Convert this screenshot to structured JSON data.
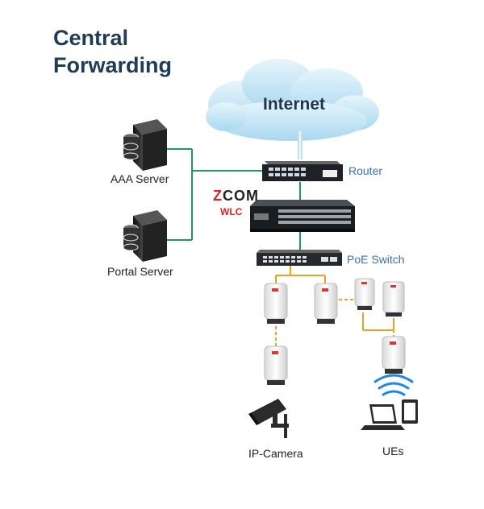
{
  "title": {
    "line1": "Central",
    "line2": "Forwarding"
  },
  "cloud": {
    "label": "Internet"
  },
  "devices": {
    "aaa_server": "AAA Server",
    "portal_server": "Portal Server",
    "router": "Router",
    "poe_switch": "PoE Switch",
    "ip_camera": "IP-Camera",
    "ues": "UEs"
  },
  "brand": {
    "logo_c": "Z",
    "logo_rest": "COM",
    "sub": "WLC"
  },
  "colors": {
    "title": "#1f3b55",
    "link_green": "#1a9e5a",
    "link_orange": "#f0a020",
    "label_blue": "#3b6fb6",
    "cloud": "#bde3f5",
    "wifi_blue": "#1e88e5"
  }
}
